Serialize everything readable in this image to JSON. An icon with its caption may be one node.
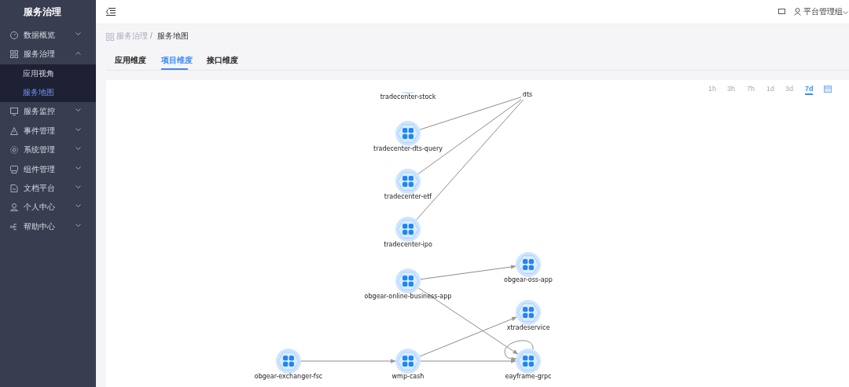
{
  "diagram": {
    "nodes": [
      {
        "text": [
          "tradecenter-stock"
        ]
      },
      {
        "text": [
          "dts"
        ]
      },
      {
        "text": [
          "tradecenter-dts-query"
        ]
      },
      {
        "text": [
          "tradecenter-etf"
        ]
      },
      {
        "text": [
          "tradecenter-ipo"
        ]
      },
      {
        "text": [
          "obgear-oss-app"
        ]
      },
      {
        "text": [
          "obgear-online-business-app"
        ]
      },
      {
        "text": [
          "xtradeservice"
        ]
      },
      {
        "text": [
          "obgear-exchanger-fsc"
        ]
      },
      {
        "text": [
          "wmp-cash"
        ]
      },
      {
        "text": [
          "eayframe-grpc"
        ]
      }
    ],
    "edges": [
      {
        "from": 2,
        "to": 1,
        "arrow": "none"
      },
      {
        "from": 3,
        "to": 1,
        "arrow": "none"
      },
      {
        "from": 4,
        "to": 1,
        "arrow": "none"
      },
      {
        "from": 6,
        "to": 5,
        "arrow": "to"
      },
      {
        "from": 6,
        "to": 10,
        "arrow": "to"
      },
      {
        "from": 9,
        "to": 7,
        "arrow": "to"
      },
      {
        "from": 9,
        "to": 10,
        "arrow": "to"
      },
      {
        "from": 8,
        "to": 9,
        "arrow": "to"
      },
      {
        "from": 10,
        "to": 10,
        "arrow": "to"
      }
    ],
    "labels": [
      "服务治理",
      "数据概览",
      "服务治理",
      "应用视角",
      "服务地图",
      "服务监控",
      "事件管理",
      "系统管理",
      "组件管理",
      "文档平台",
      "个人中心",
      "帮助中心",
      "平台管理组",
      "服务治理",
      "/",
      "服务地图",
      "应用维度",
      "项目维度",
      "接口维度",
      "1h",
      "3h",
      "7h",
      "1d",
      "3d",
      "7d"
    ]
  }
}
